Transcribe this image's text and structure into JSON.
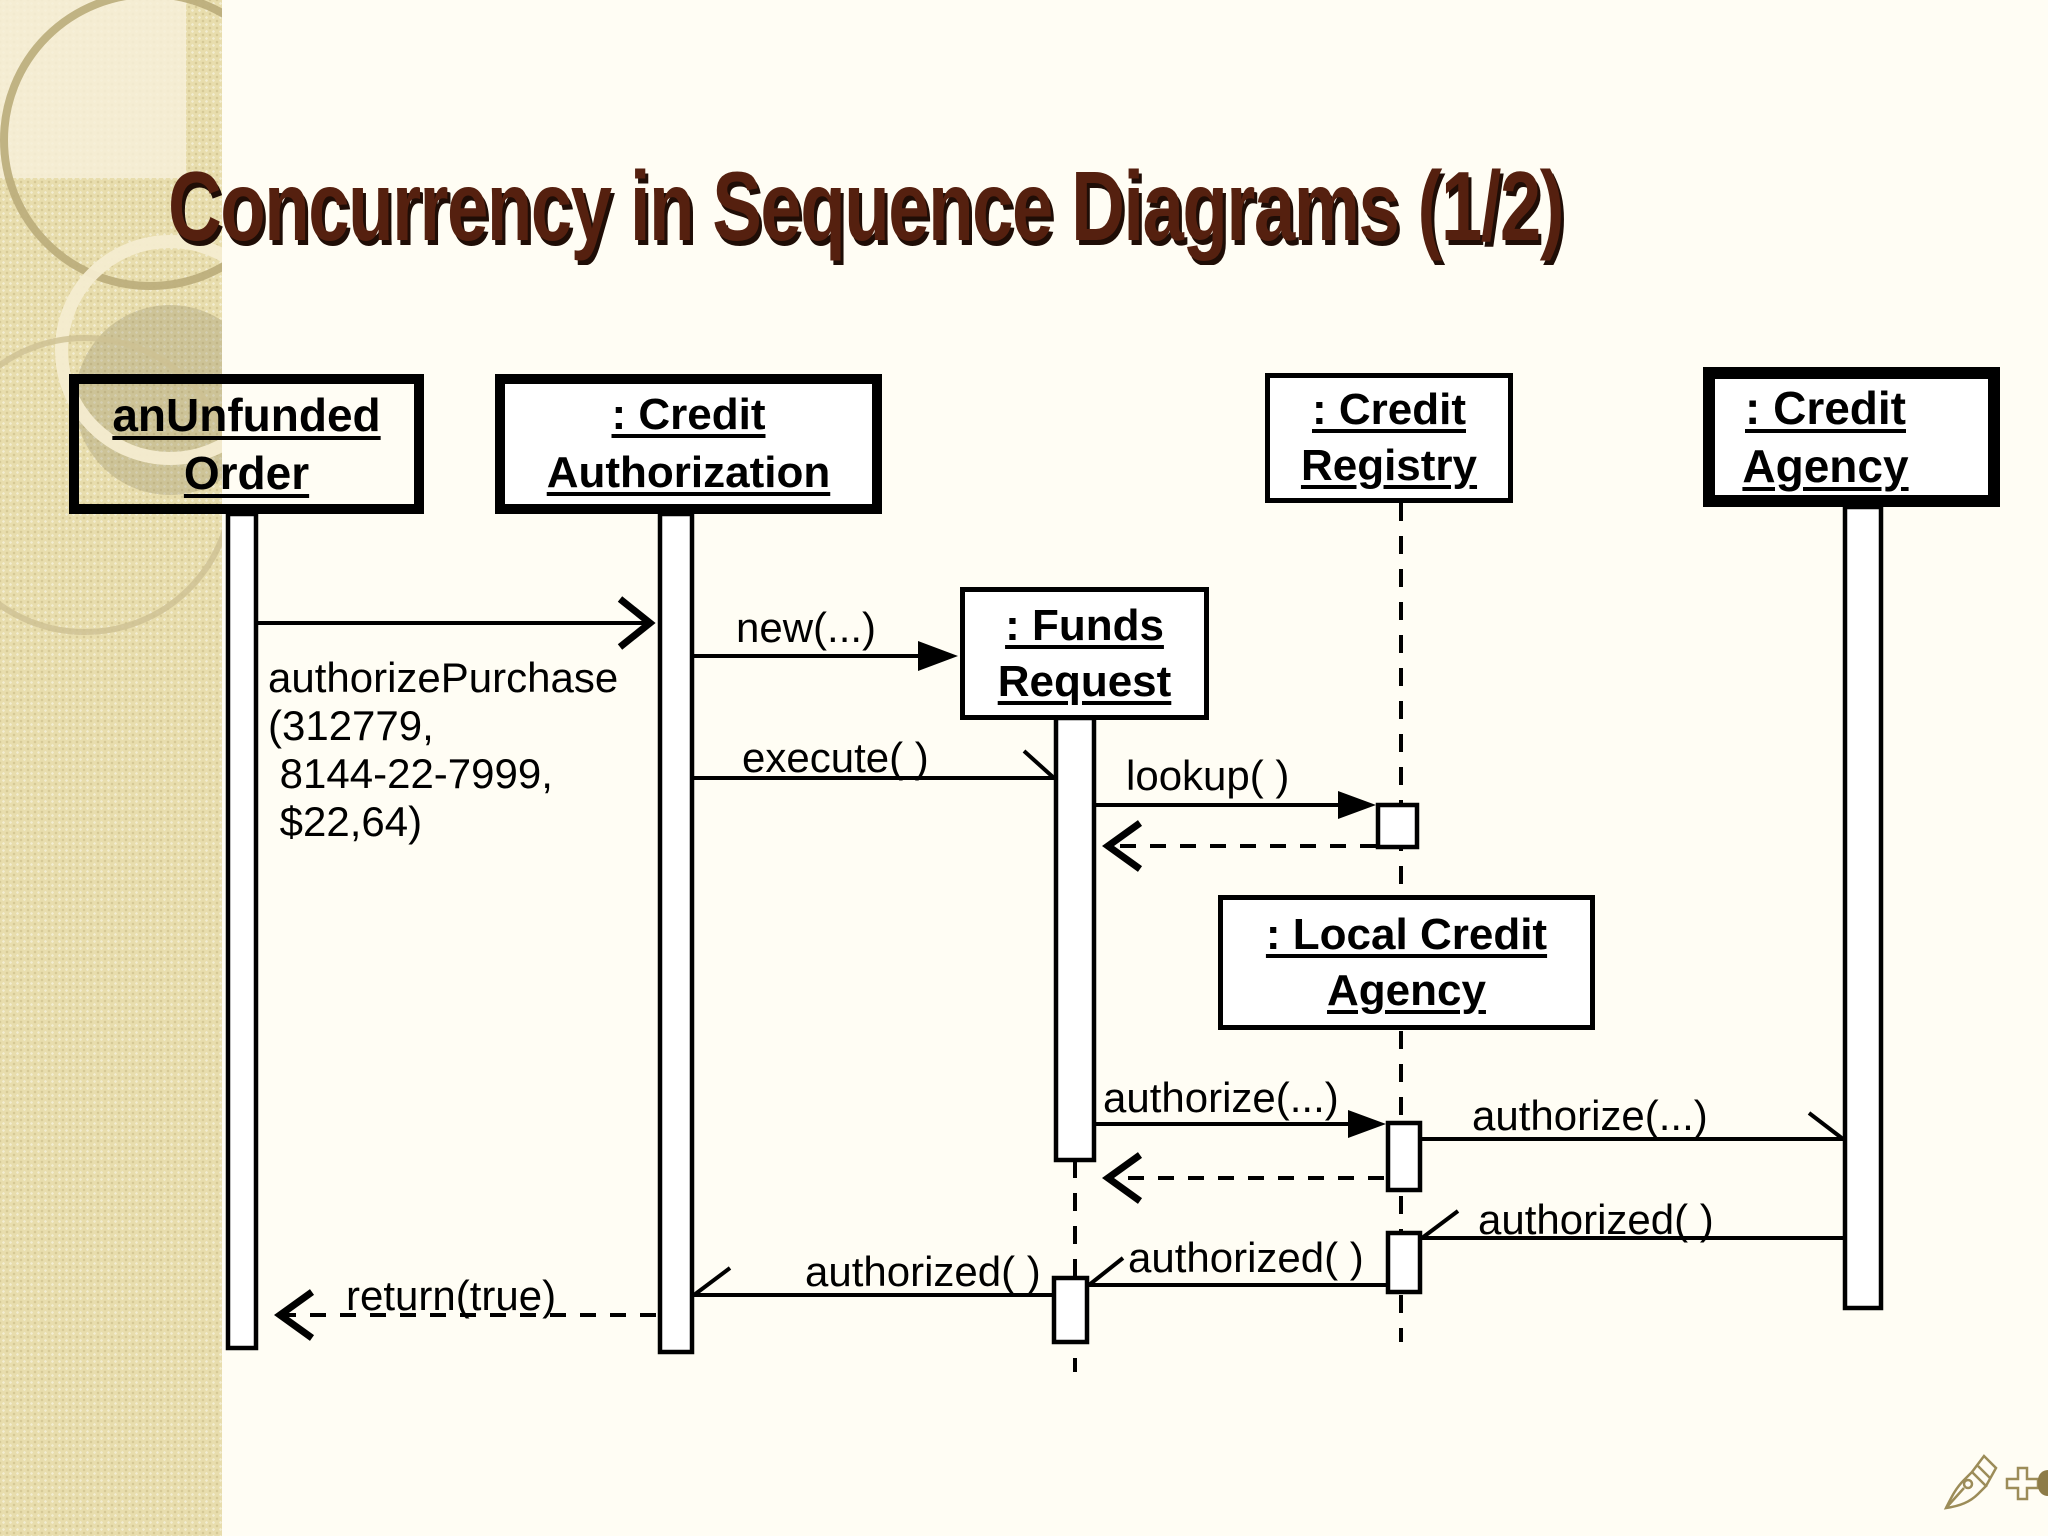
{
  "slide": {
    "title": "Concurrency in Sequence Diagrams (1/2)"
  },
  "diagram": {
    "objects": {
      "order": {
        "line1": "anUnfunded",
        "line2": "Order"
      },
      "credit_authorization": {
        "line1": ": Credit",
        "line2": "Authorization"
      },
      "credit_registry": {
        "line1": ": Credit",
        "line2": "Registry"
      },
      "credit_agency": {
        "line1": ": Credit",
        "line2": "Agency"
      },
      "funds_request": {
        "line1": ": Funds",
        "line2": "Request"
      },
      "local_credit_agency": {
        "line1": ": Local Credit",
        "line2": "Agency"
      }
    },
    "messages": {
      "authorize_purchase": "authorizePurchase\n(312779,\n 8144-22-7999,\n $22,64)",
      "new_msg": "new(...)",
      "execute": "execute( )",
      "lookup": "lookup( )",
      "authorize_to_local": "authorize(...)",
      "authorize_to_agency": "authorize(...)",
      "authorized_from_agency": "authorized( )",
      "authorized_from_local": "authorized( )",
      "authorized_to_auth": "authorized( )",
      "return_true": "return(true)"
    }
  },
  "footer": {
    "icons": [
      "pen-icon",
      "plus-icon",
      "corner-shape"
    ]
  },
  "colors": {
    "title": "#55200f",
    "sidebar": "#e8ddad",
    "icon_tan": "#9c8c58",
    "diagram_ink": "#000000"
  }
}
